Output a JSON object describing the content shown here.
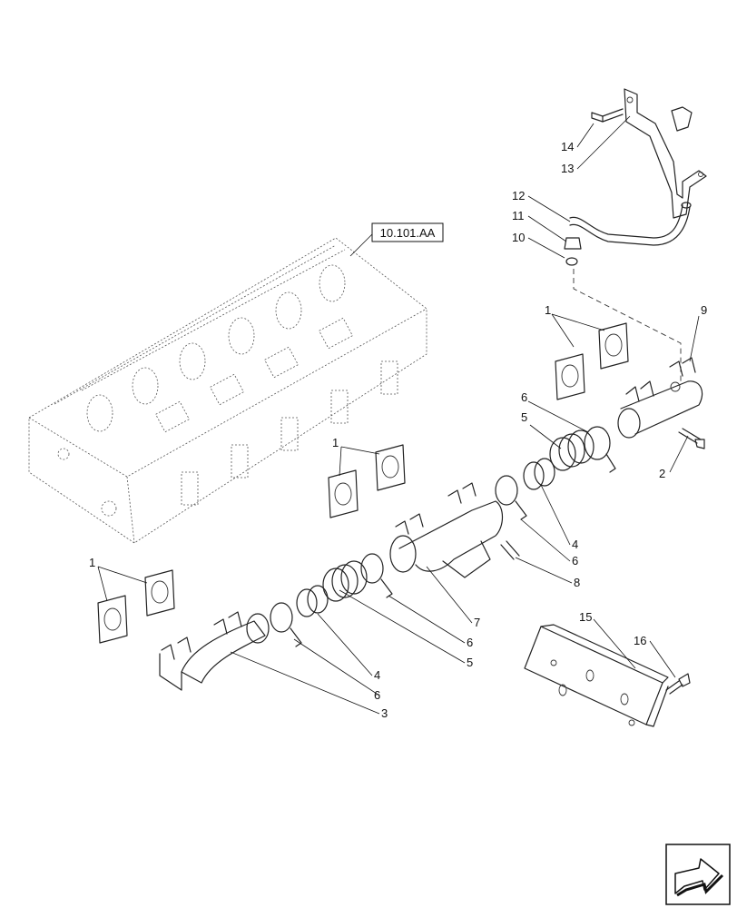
{
  "reference_box": "10.101.AA",
  "callouts": {
    "c1a": "1",
    "c1b": "1",
    "c1c": "1",
    "c2": "2",
    "c3": "3",
    "c4a": "4",
    "c4b": "4",
    "c5a": "5",
    "c5b": "5",
    "c6a": "6",
    "c6b": "6",
    "c6c": "6",
    "c6d": "6",
    "c7": "7",
    "c8": "8",
    "c9": "9",
    "c10": "10",
    "c11": "11",
    "c12": "12",
    "c13": "13",
    "c14": "14",
    "c15": "15",
    "c16": "16"
  },
  "icons": {
    "next_page": "arrow-next-page-icon"
  }
}
